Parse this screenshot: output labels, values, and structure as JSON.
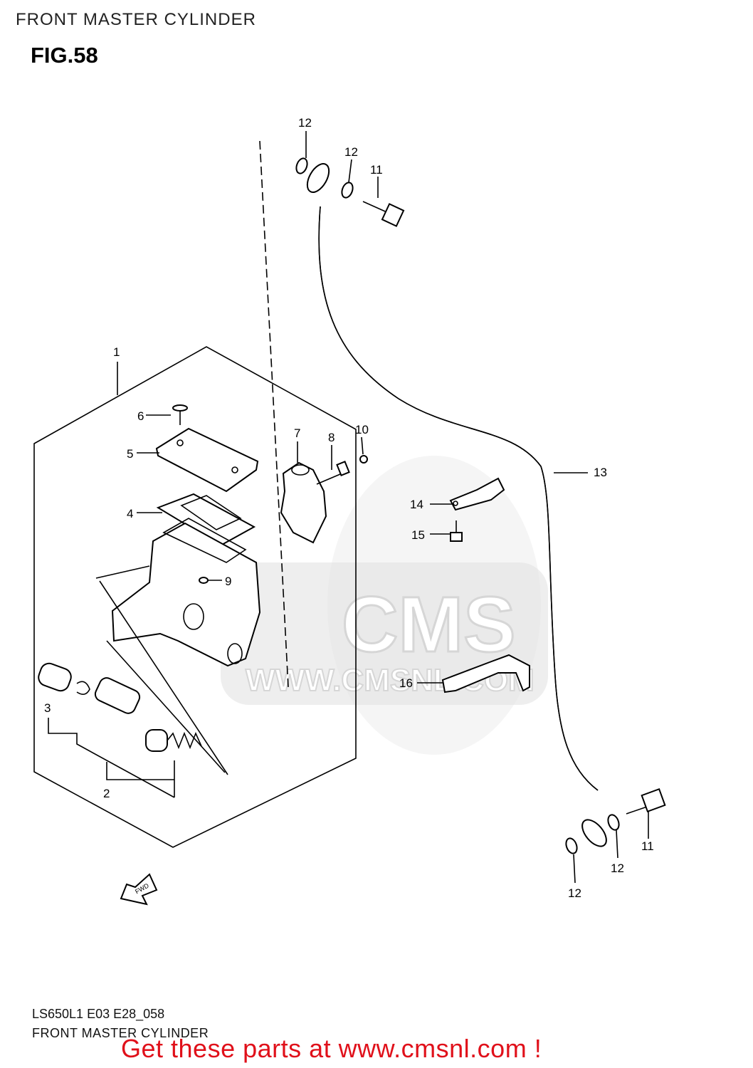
{
  "header": {
    "title": "FRONT MASTER CYLINDER"
  },
  "figure": {
    "number": "FIG.58"
  },
  "footer": {
    "code": "LS650L1 E03 E28_058",
    "subtitle": "FRONT MASTER CYLINDER",
    "promo": "Get these parts at www.cmsnl.com !"
  },
  "watermark": {
    "brand": "CMS",
    "url": "WWW.CMSNL.COM"
  },
  "arrow": {
    "label": "FWD"
  },
  "callouts": [
    {
      "id": "c1",
      "label": "1"
    },
    {
      "id": "c2",
      "label": "2"
    },
    {
      "id": "c3",
      "label": "3"
    },
    {
      "id": "c4",
      "label": "4"
    },
    {
      "id": "c5",
      "label": "5"
    },
    {
      "id": "c6",
      "label": "6"
    },
    {
      "id": "c7",
      "label": "7"
    },
    {
      "id": "c8",
      "label": "8"
    },
    {
      "id": "c9",
      "label": "9"
    },
    {
      "id": "c10",
      "label": "10"
    },
    {
      "id": "c11a",
      "label": "11"
    },
    {
      "id": "c11b",
      "label": "11"
    },
    {
      "id": "c12a",
      "label": "12"
    },
    {
      "id": "c12b",
      "label": "12"
    },
    {
      "id": "c12c",
      "label": "12"
    },
    {
      "id": "c12d",
      "label": "12"
    },
    {
      "id": "c13",
      "label": "13"
    },
    {
      "id": "c14",
      "label": "14"
    },
    {
      "id": "c15",
      "label": "15"
    },
    {
      "id": "c16",
      "label": "16"
    }
  ]
}
